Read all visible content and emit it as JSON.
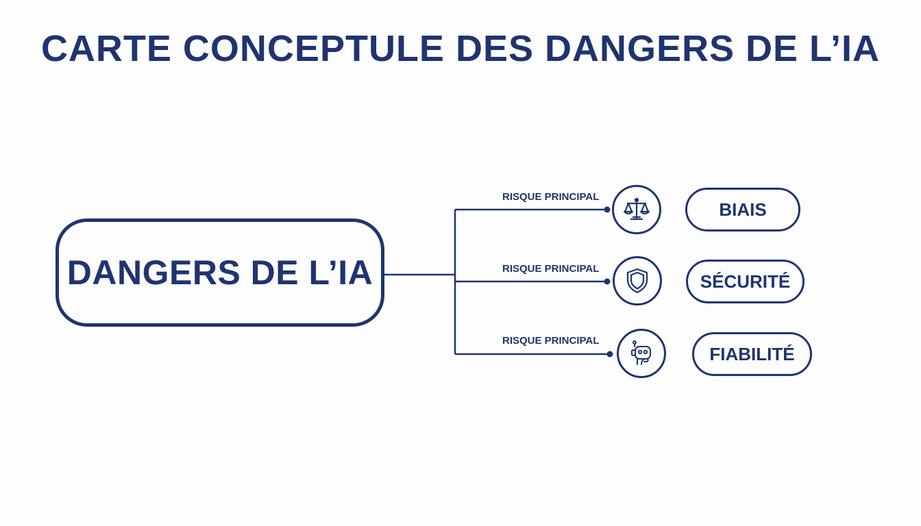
{
  "title": "CARTE CONCEPTULE DES DANGERS DE L’IA",
  "central_node": {
    "label": "DANGERS DE L’IA"
  },
  "branches": [
    {
      "label": "RISQUE PRINCIPAL",
      "icon": "scales-icon",
      "node": "BIAIS"
    },
    {
      "label": "RISQUE PRINCIPAL",
      "icon": "shield-icon",
      "node": "SÉCURITÉ"
    },
    {
      "label": "RISQUE PRINCIPAL",
      "icon": "robot-head-icon",
      "node": "FIABILITÉ"
    }
  ],
  "colors": {
    "primary": "#1f3470",
    "background": "#fdfdfd"
  }
}
